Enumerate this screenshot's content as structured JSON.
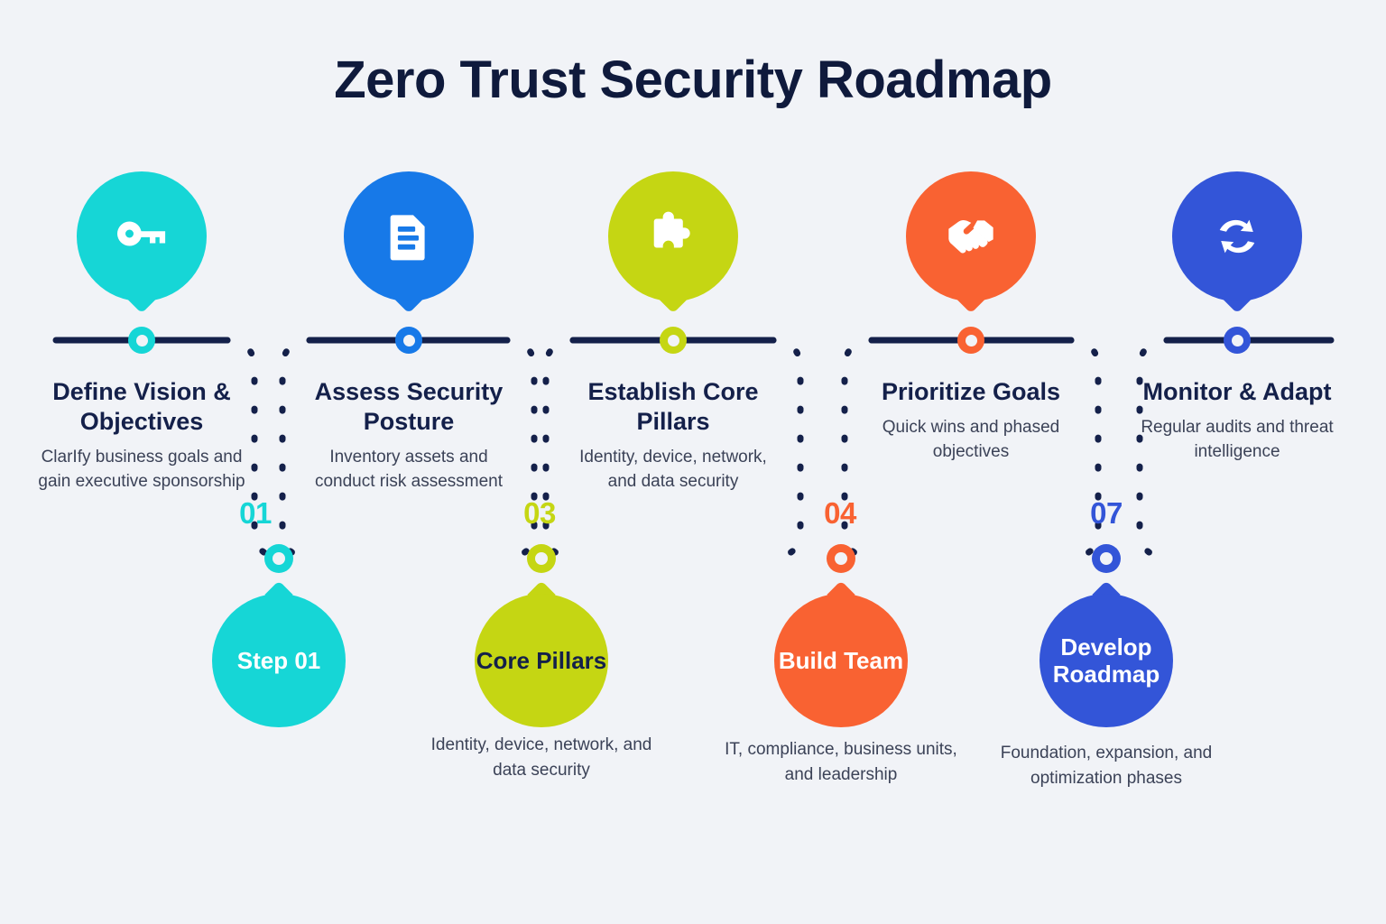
{
  "header": {
    "title": "Zero Trust Security Roadmap"
  },
  "theme": {
    "background": "#f1f3f7",
    "navy": "#14204a",
    "body_text": "#3b4257",
    "teal": "#16d6d6",
    "blue_bright": "#1779e8",
    "yellow": "#c5d613",
    "orange": "#f96232",
    "royal": "#3355d8"
  },
  "steps": [
    {
      "icon": "key-icon",
      "color": "#16d6d6",
      "heading": "Define Vision & Objectives",
      "body": "ClarIfy business goals and gain executive sponsorship"
    },
    {
      "icon": "document-icon",
      "color": "#1779e8",
      "heading": "Assess Security Posture",
      "body": "Inventory assets and conduct risk assessment"
    },
    {
      "icon": "puzzle-icon",
      "color": "#c5d613",
      "heading": "Establish Core Pillars",
      "body": "Identity, device, network, and data security"
    },
    {
      "icon": "handshake-icon",
      "color": "#f96232",
      "heading": "Prioritize Goals",
      "body": "Quick wins and phased objectives"
    },
    {
      "icon": "refresh-icon",
      "color": "#3355d8",
      "heading": "Monitor & Adapt",
      "body": "Regular audits and threat intelligence"
    }
  ],
  "markers": [
    {
      "number": "01",
      "color": "#16d6d6"
    },
    {
      "number": "03",
      "color": "#c5d613"
    },
    {
      "number": "04",
      "color": "#f96232"
    },
    {
      "number": "07",
      "color": "#3355d8"
    }
  ],
  "bubbles": [
    {
      "label": "Step 01",
      "color": "#16d6d6",
      "text_color": "#ffffff",
      "caption": ""
    },
    {
      "label": "Core Pillars",
      "color": "#c5d613",
      "text_color": "#14204a",
      "caption": "Identity, device, network, and data security"
    },
    {
      "label": "Build Team",
      "color": "#f96232",
      "text_color": "#ffffff",
      "caption": "IT, compliance, business units, and leadership"
    },
    {
      "label": "Develop Roadmap",
      "color": "#3355d8",
      "text_color": "#ffffff",
      "caption": "Foundation, expansion, and optimization phases"
    }
  ]
}
